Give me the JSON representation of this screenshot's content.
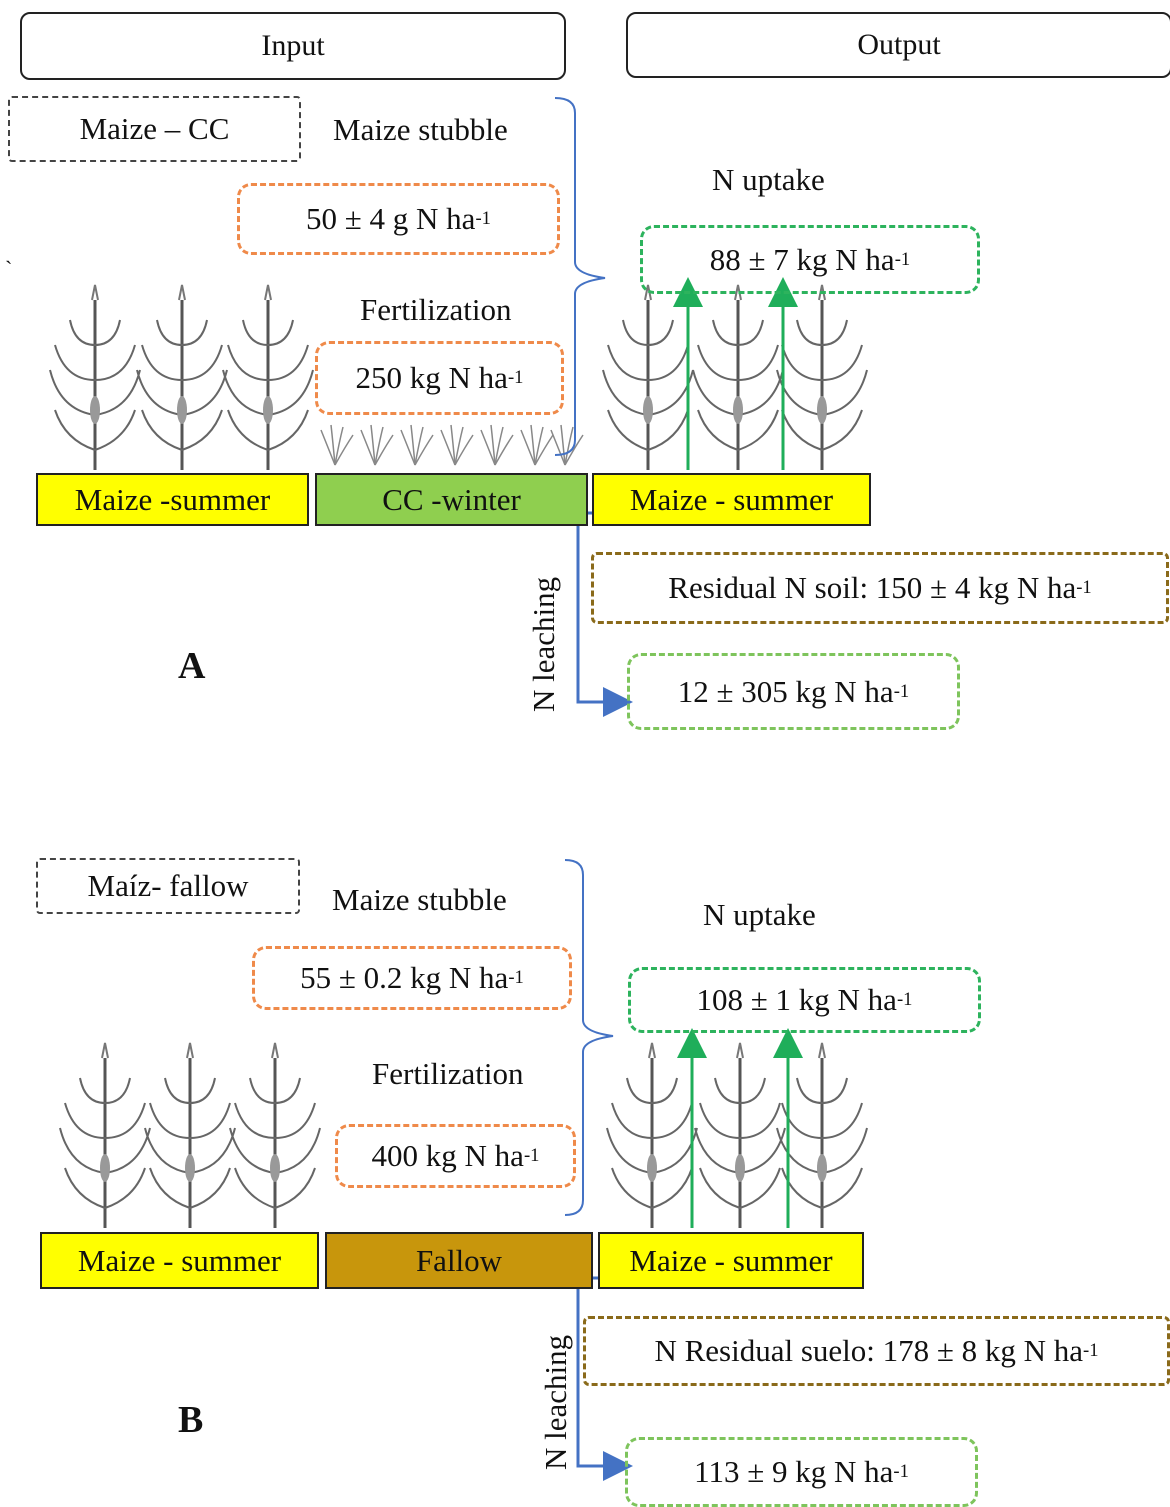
{
  "headers": {
    "input": "Input",
    "output": "Output"
  },
  "panels": [
    {
      "letter": "A",
      "rotation_label": "Maize – CC",
      "stubble_label": "Maize stubble",
      "stubble_value": "50 ± 4 g N ha",
      "fert_label": "Fertilization",
      "fert_value": "250 kg N ha",
      "uptake_label": "N uptake",
      "uptake_value": "88 ± 7 kg N ha",
      "residual_value": "Residual N soil: 150 ± 4 kg N ha",
      "leaching_label": "N leaching",
      "leaching_value": "12 ± 305 kg N ha",
      "bars": [
        "Maize -summer",
        "CC -winter",
        "Maize - summer"
      ],
      "stray_mark": "`"
    },
    {
      "letter": "B",
      "rotation_label": "Maíz- fallow",
      "stubble_label": "Maize stubble",
      "stubble_value": "55 ± 0.2 kg N ha",
      "fert_label": "Fertilization",
      "fert_value": "400 kg N ha",
      "uptake_label": "N uptake",
      "uptake_value": "108 ± 1 kg N ha",
      "residual_value": "N Residual suelo: 178 ± 8 kg N ha",
      "leaching_label": "N leaching",
      "leaching_value": "113 ± 9 kg N ha",
      "bars": [
        "Maize - summer",
        "Fallow",
        "Maize - summer"
      ]
    }
  ],
  "unit_exponent": "-1",
  "colors": {
    "yellow_bar": "#ffff00",
    "cc_bar": "#8fcf4f",
    "fallow_bar": "#c8960c",
    "input_box": "#ef8a4a",
    "uptake_box": "#2db35d",
    "leaching_box": "#7ec45c",
    "residual_box": "#8a6a1a",
    "leaching_arrow": "#4472c4",
    "uptake_arrow": "#1fae5a"
  }
}
